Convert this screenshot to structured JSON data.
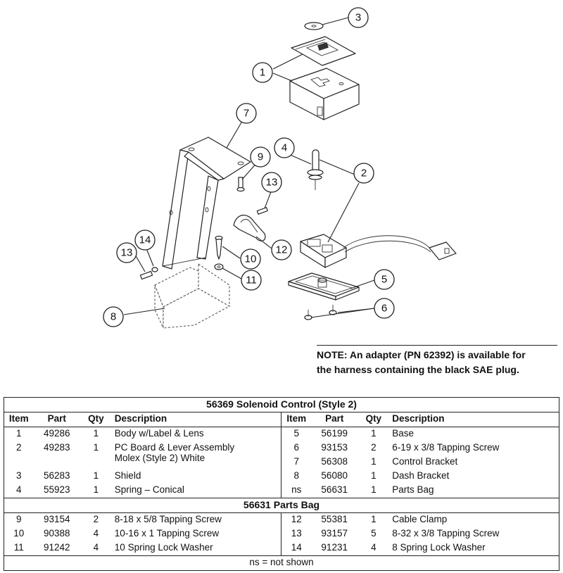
{
  "callouts": [
    "1",
    "2",
    "3",
    "4",
    "5",
    "6",
    "7",
    "8",
    "9",
    "10",
    "11",
    "12",
    "13",
    "13",
    "14"
  ],
  "note": {
    "line1": "NOTE: An adapter (PN 62392) is available for",
    "line2": "the harness containing the black SAE plug."
  },
  "table": {
    "title": "56369  Solenoid Control (Style 2)",
    "headers": [
      "Item",
      "Part",
      "Qty",
      "Description"
    ],
    "section1_left": [
      {
        "item": "1",
        "part": "49286",
        "qty": "1",
        "desc": "Body w/Label & Lens"
      },
      {
        "item": "2",
        "part": "49283",
        "qty": "1",
        "desc": "PC Board & Lever Assembly",
        "desc2": "Molex (Style 2) White"
      },
      {
        "item": "3",
        "part": "56283",
        "qty": "1",
        "desc": "Shield"
      },
      {
        "item": "4",
        "part": "55923",
        "qty": "1",
        "desc": "Spring – Conical"
      }
    ],
    "section1_right": [
      {
        "item": "5",
        "part": "56199",
        "qty": "1",
        "desc": "Base"
      },
      {
        "item": "6",
        "part": "93153",
        "qty": "2",
        "desc": "6-19 x 3/8 Tapping Screw"
      },
      {
        "item": "7",
        "part": "56308",
        "qty": "1",
        "desc": "Control Bracket"
      },
      {
        "item": "8",
        "part": "56080",
        "qty": "1",
        "desc": "Dash Bracket"
      },
      {
        "item": "ns",
        "part": "56631",
        "qty": "1",
        "desc": "Parts Bag"
      }
    ],
    "section2_title": "56631  Parts Bag",
    "section2_left": [
      {
        "item": "9",
        "part": "93154",
        "qty": "2",
        "desc": "8-18 x 5/8 Tapping Screw"
      },
      {
        "item": "10",
        "part": "90388",
        "qty": "4",
        "desc": "10-16 x 1 Tapping Screw"
      },
      {
        "item": "11",
        "part": "91242",
        "qty": "4",
        "desc": "10 Spring Lock Washer"
      }
    ],
    "section2_right": [
      {
        "item": "12",
        "part": "55381",
        "qty": "1",
        "desc": "Cable Clamp"
      },
      {
        "item": "13",
        "part": "93157",
        "qty": "5",
        "desc": "8-32 x 3/8 Tapping Screw"
      },
      {
        "item": "14",
        "part": "91231",
        "qty": "4",
        "desc": "8 Spring Lock Washer"
      }
    ],
    "footer": "ns = not shown"
  }
}
